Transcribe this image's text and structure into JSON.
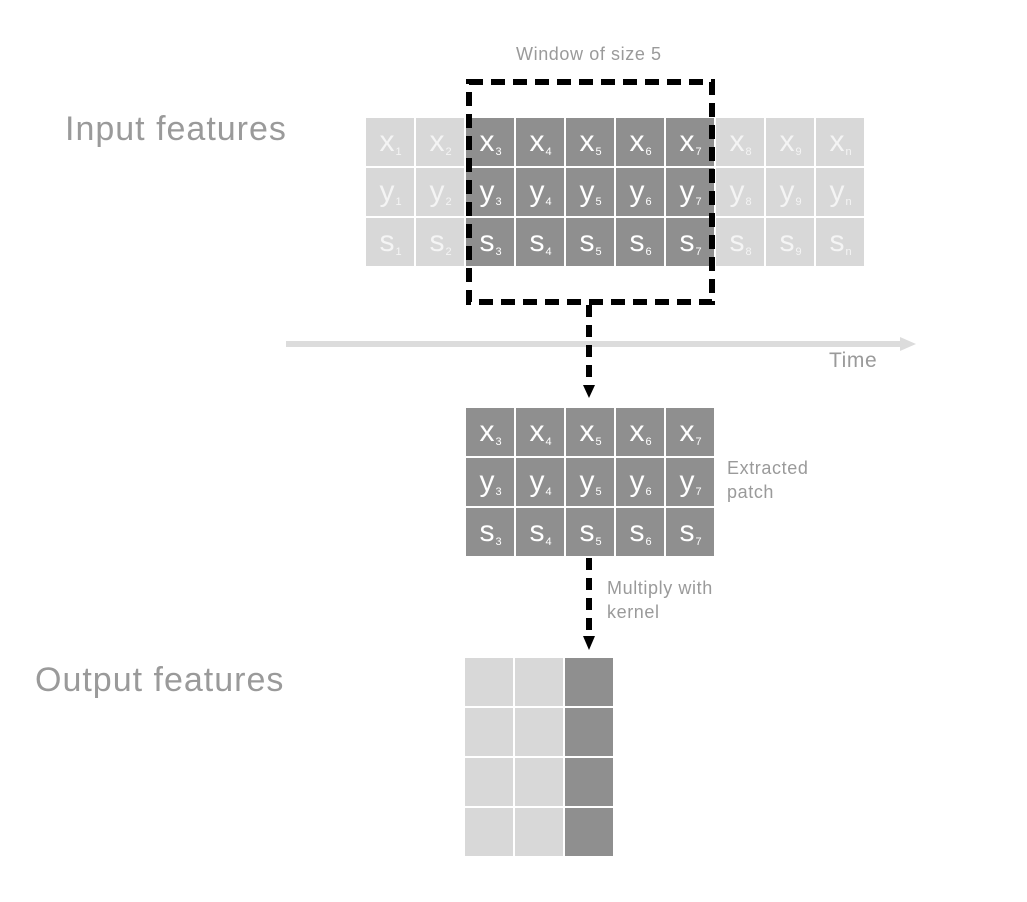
{
  "window_label": "Window of size 5",
  "input_label": "Input features",
  "time_label": "Time",
  "extracted_label_line1": "Extracted",
  "extracted_label_line2": "patch",
  "multiply_label_line1": "Multiply with",
  "multiply_label_line2": "kernel",
  "output_label": "Output features",
  "input_rows": [
    {
      "letter": "x",
      "subs": [
        "1",
        "2",
        "3",
        "4",
        "5",
        "6",
        "7",
        "8",
        "9",
        "n"
      ]
    },
    {
      "letter": "y",
      "subs": [
        "1",
        "2",
        "3",
        "4",
        "5",
        "6",
        "7",
        "8",
        "9",
        "n"
      ]
    },
    {
      "letter": "s",
      "subs": [
        "1",
        "2",
        "3",
        "4",
        "5",
        "6",
        "7",
        "8",
        "9",
        "n"
      ]
    }
  ],
  "window_start_index": 2,
  "window_size": 5,
  "patch_rows": [
    {
      "letter": "x",
      "subs": [
        "3",
        "4",
        "5",
        "6",
        "7"
      ]
    },
    {
      "letter": "y",
      "subs": [
        "3",
        "4",
        "5",
        "6",
        "7"
      ]
    },
    {
      "letter": "s",
      "subs": [
        "3",
        "4",
        "5",
        "6",
        "7"
      ]
    }
  ],
  "output_grid": {
    "rows": 4,
    "cols": 3,
    "highlight_col": 2
  },
  "colors": {
    "light_cell": "#d8d8d8",
    "dark_cell": "#8f8f8f",
    "axis": "#dcdcdc",
    "dashed": "#000000"
  }
}
